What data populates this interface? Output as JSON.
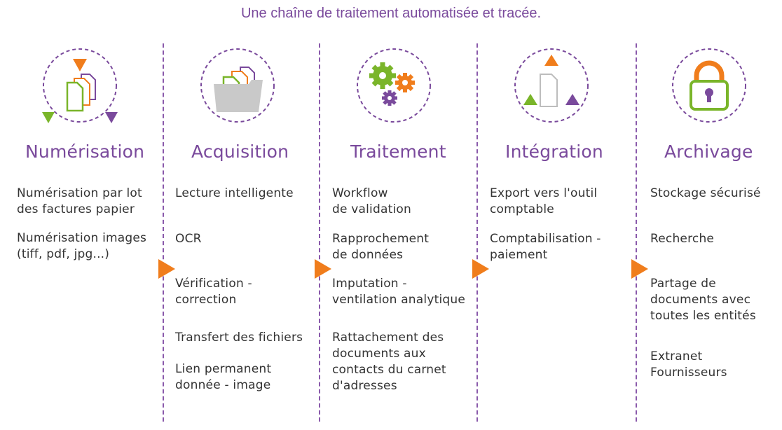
{
  "headline": "Une chaîne de traitement automatisée et tracée.",
  "colors": {
    "purple": "#7a4a9c",
    "orange": "#f07d1c",
    "green": "#7ab52a",
    "gray": "#c9c9c9"
  },
  "steps": [
    {
      "title": "Numérisation",
      "icon": "documents-scan-icon",
      "items": [
        "Numérisation par lot\ndes factures papier",
        "Numérisation images\n(tiff, pdf, jpg...)"
      ]
    },
    {
      "title": "Acquisition",
      "icon": "folder-documents-icon",
      "items": [
        "Lecture intelligente",
        "OCR",
        "Vérification -\ncorrection",
        "Transfert des fichiers",
        "Lien permanent\ndonnée - image"
      ]
    },
    {
      "title": "Traitement",
      "icon": "gears-icon",
      "items": [
        "Workflow\nde validation",
        "Rapprochement\nde données",
        "Imputation -\nventilation analytique",
        "Rattachement des\ndocuments aux\ncontacts du carnet\nd'adresses"
      ]
    },
    {
      "title": "Intégration",
      "icon": "document-integration-icon",
      "items": [
        "Export vers l'outil\ncomptable",
        "Comptabilisation -\npaiement"
      ]
    },
    {
      "title": "Archivage",
      "icon": "padlock-icon",
      "items": [
        "Stockage sécurisé",
        "Recherche",
        "Partage de\ndocuments avec\ntoutes les entités",
        "Extranet\nFournisseurs"
      ]
    }
  ]
}
